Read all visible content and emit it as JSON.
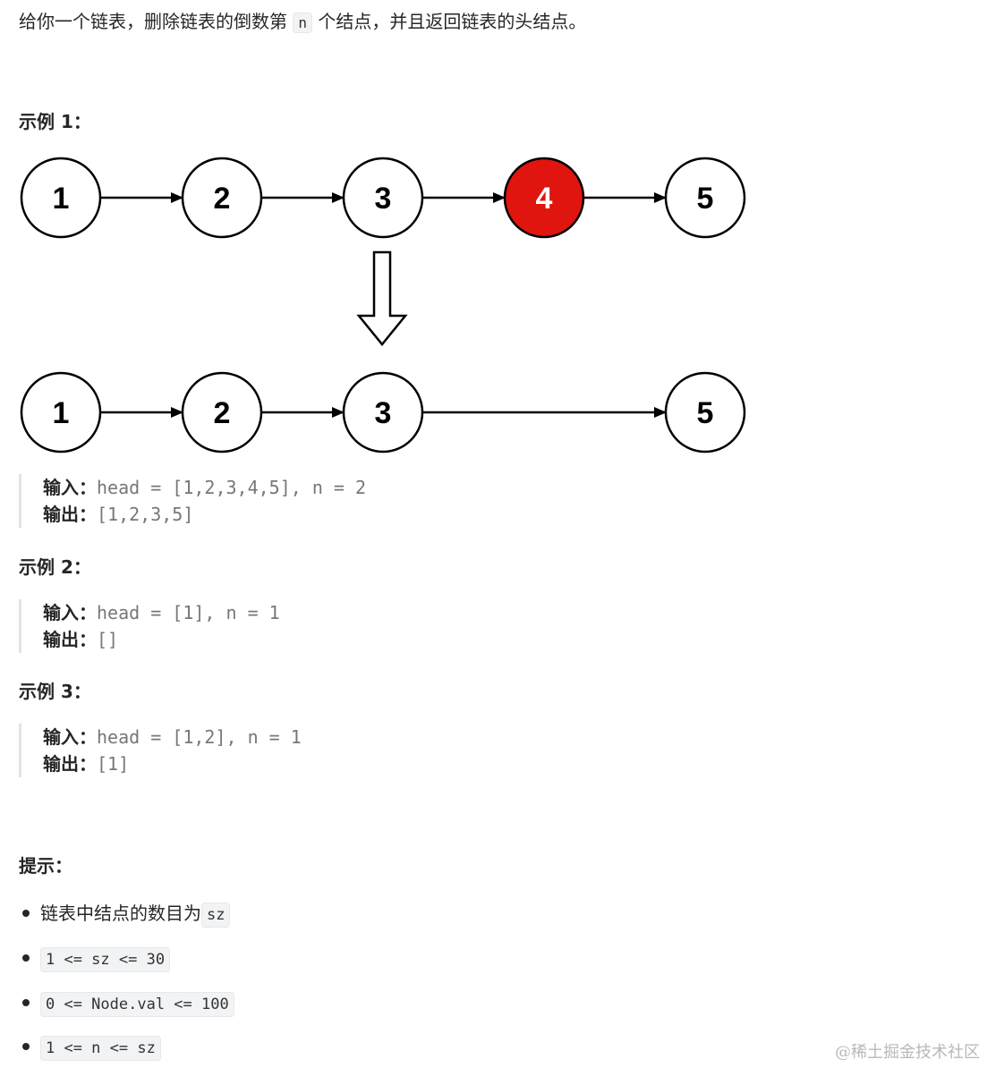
{
  "problem": {
    "text_before": "给你一个链表，删除链表的倒数第",
    "n_code": "n",
    "text_after": "个结点，并且返回链表的头结点。"
  },
  "example1": {
    "heading": "示例 1：",
    "diagram": {
      "before_nodes": [
        "1",
        "2",
        "3",
        "4",
        "5"
      ],
      "after_nodes": [
        "1",
        "2",
        "3",
        "5"
      ],
      "removed_node": "4",
      "removed_color": "#e0150f"
    },
    "input_label": "输入：",
    "input_value": "head = [1,2,3,4,5], n = 2",
    "output_label": "输出：",
    "output_value": "[1,2,3,5]"
  },
  "example2": {
    "heading": "示例 2：",
    "input_label": "输入：",
    "input_value": "head = [1], n = 1",
    "output_label": "输出：",
    "output_value": "[]"
  },
  "example3": {
    "heading": "示例 3：",
    "input_label": "输入：",
    "input_value": "head = [1,2], n = 1",
    "output_label": "输出：",
    "output_value": "[1]"
  },
  "hints": {
    "heading": "提示：",
    "items": [
      {
        "text": "链表中结点的数目为",
        "code": "sz"
      },
      {
        "text": "",
        "code": "1 <= sz <= 30"
      },
      {
        "text": "",
        "code": "0 <= Node.val <= 100"
      },
      {
        "text": "",
        "code": "1 <= n <= sz"
      }
    ]
  },
  "watermark": "@稀土掘金技术社区"
}
